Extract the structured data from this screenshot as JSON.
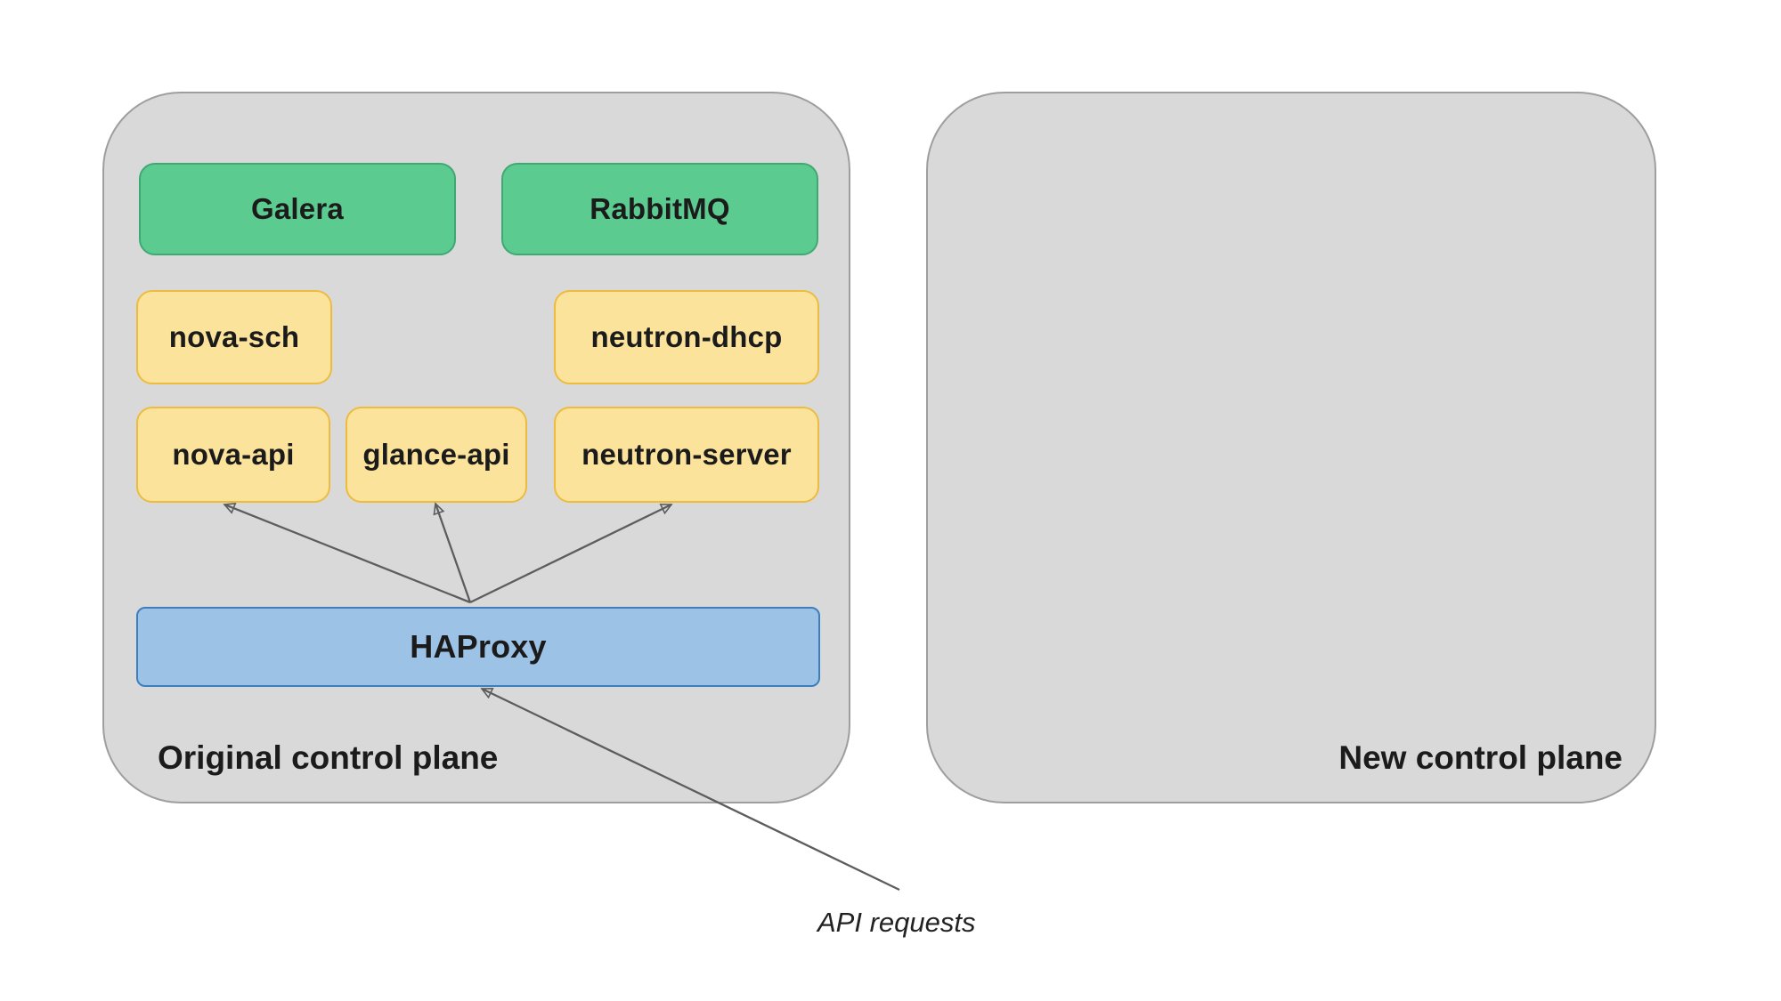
{
  "planes": {
    "original": {
      "label": "Original control plane"
    },
    "new": {
      "label": "New control plane"
    }
  },
  "nodes": {
    "galera": {
      "label": "Galera",
      "type": "infra"
    },
    "rabbitmq": {
      "label": "RabbitMQ",
      "type": "infra"
    },
    "nova_sch": {
      "label": "nova-sch",
      "type": "service"
    },
    "neutron_dhcp": {
      "label": "neutron-dhcp",
      "type": "service"
    },
    "nova_api": {
      "label": "nova-api",
      "type": "service"
    },
    "glance_api": {
      "label": "glance-api",
      "type": "service"
    },
    "neutron_server": {
      "label": "neutron-server",
      "type": "service"
    },
    "haproxy": {
      "label": "HAProxy",
      "type": "loadbalancer"
    }
  },
  "edges": [
    {
      "from": "haproxy",
      "to": "nova_api"
    },
    {
      "from": "haproxy",
      "to": "glance_api"
    },
    {
      "from": "haproxy",
      "to": "neutron_server"
    },
    {
      "from": "api_requests",
      "to": "haproxy"
    }
  ],
  "annotations": {
    "api_requests": {
      "label": "API requests"
    }
  },
  "colors": {
    "plane_fill": "#d9d9d9",
    "plane_border": "#9e9e9e",
    "database_fill": "#5ccb90",
    "database_border": "#40a973",
    "service_fill": "#fce39c",
    "service_border": "#edbc3e",
    "loadbalancer_fill": "#9cc3e5",
    "loadbalancer_border": "#3c7ec0",
    "arrow": "#5d5d5d",
    "text": "#1b1b1b"
  }
}
